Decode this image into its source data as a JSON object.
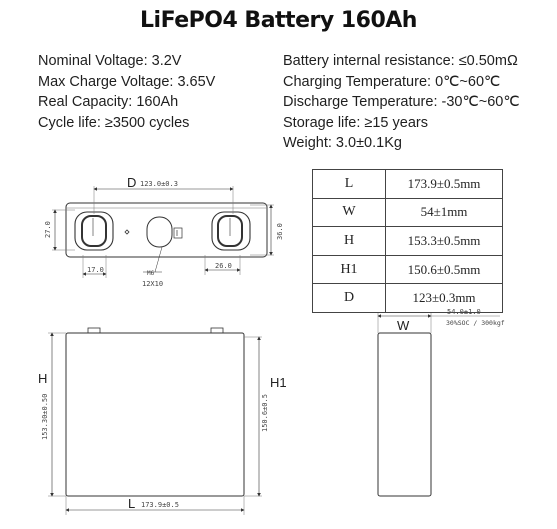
{
  "title": "LiFePO4 Battery 160Ah",
  "specs_left": [
    "Nominal Voltage: 3.2V",
    "Max Charge Voltage: 3.65V",
    "Real Capacity: 160Ah",
    "Cycle life: ≥3500 cycles"
  ],
  "specs_right": [
    "Battery internal resistance: ≤0.50mΩ",
    "Charging Temperature: 0℃~60℃",
    "Discharge Temperature: -30℃~60℃",
    "Storage life: ≥15 years",
    "Weight: 3.0±0.1Kg"
  ],
  "top_view": {
    "d_letter": "D",
    "d_value": "123.0±0.3",
    "left_height": "27.0",
    "right_height": "36.0",
    "terminal_width": "17.0",
    "terminal_spacing": "26.0",
    "thread_label": "M6",
    "bolt_label": "12X10"
  },
  "dimension_table": [
    {
      "key": "L",
      "value": "173.9±0.5mm"
    },
    {
      "key": "W",
      "value": "54±1mm"
    },
    {
      "key": "H",
      "value": "153.3±0.5mm"
    },
    {
      "key": "H1",
      "value": "150.6±0.5mm"
    },
    {
      "key": "D",
      "value": "123±0.3mm"
    }
  ],
  "front_view": {
    "h_letter": "H",
    "h_value": "153.30±0.50",
    "h1_letter": "H1",
    "h1_value": "150.6±0.5",
    "l_letter": "L",
    "l_value": "173.9±0.5"
  },
  "side_view": {
    "w_letter": "W",
    "w_value": "54.0±1.0",
    "note": "30%SOC / 300kgf"
  }
}
